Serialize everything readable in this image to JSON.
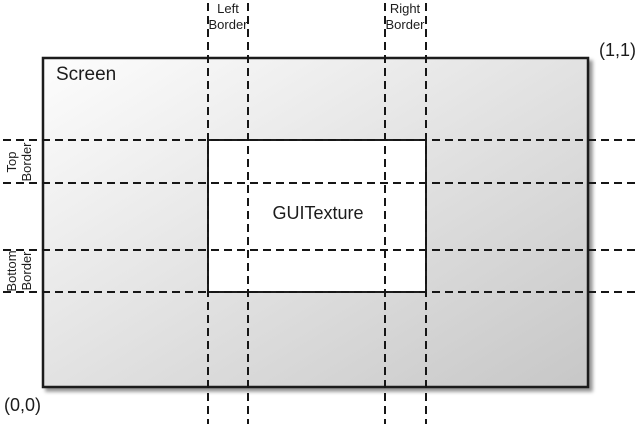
{
  "diagram": {
    "title_hint": "GUITexture border diagram",
    "screen_label": "Screen",
    "texture_label": "GUITexture",
    "origin_label": "(0,0)",
    "top_right_label": "(1,1)",
    "left_border": {
      "line1": "Left",
      "line2": "Border"
    },
    "right_border": {
      "line1": "Right",
      "line2": "Border"
    },
    "top_border": {
      "line1": "Top",
      "line2": "Border"
    },
    "bottom_border": {
      "line1": "Bottom",
      "line2": "Border"
    },
    "colors": {
      "stroke": "#1c1c1c",
      "screen_gradient_start": "#fdfdfd",
      "screen_gradient_end": "#c7c7c7",
      "texture_fill": "#ffffff"
    }
  }
}
